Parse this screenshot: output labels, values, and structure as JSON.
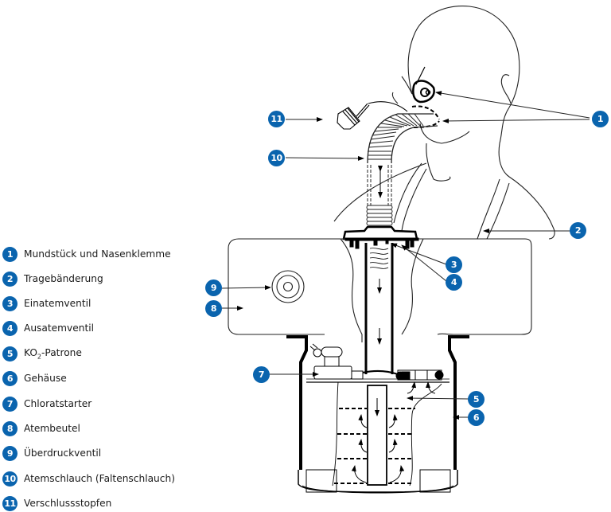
{
  "accent_color": "#0a64ae",
  "legend": [
    {
      "number": "1",
      "label": "Mundstück und Nasenklemme"
    },
    {
      "number": "2",
      "label": "Tragebänderung"
    },
    {
      "number": "3",
      "label": "Einatemventil"
    },
    {
      "number": "4",
      "label": "Ausatemventil"
    },
    {
      "number": "5",
      "label_pre": "KO",
      "label_sub": "2",
      "label_post": "-Patrone"
    },
    {
      "number": "6",
      "label": "Gehäuse"
    },
    {
      "number": "7",
      "label": "Chloratstarter"
    },
    {
      "number": "8",
      "label": "Atembeutel"
    },
    {
      "number": "9",
      "label": "Überdruckventil"
    },
    {
      "number": "10",
      "label": "Atemschlauch (Faltenschlauch)"
    },
    {
      "number": "11",
      "label": "Verschlussstopfen"
    }
  ],
  "callouts": {
    "c1": "1",
    "c2": "2",
    "c3": "3",
    "c4": "4",
    "c5": "5",
    "c6": "6",
    "c7": "7",
    "c8": "8",
    "c9": "9",
    "c10": "10",
    "c11": "11"
  }
}
